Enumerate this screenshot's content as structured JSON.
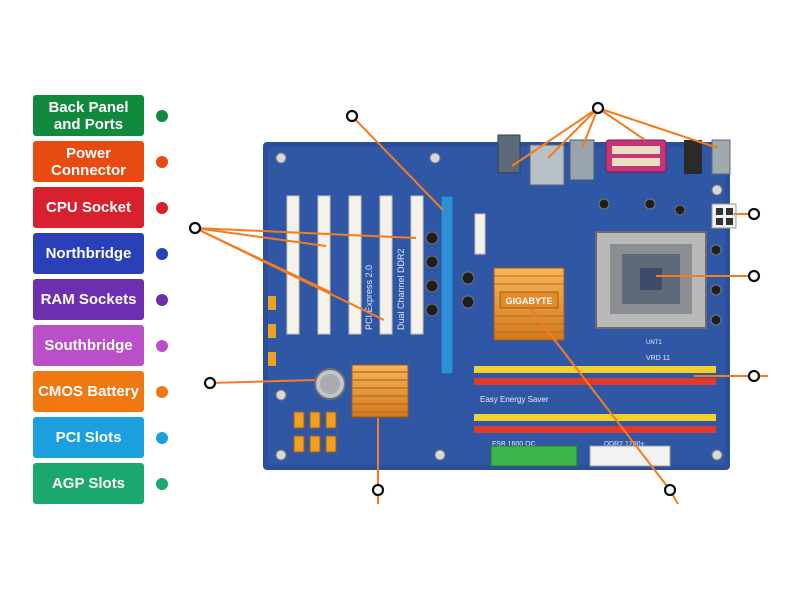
{
  "labels": [
    {
      "text": "Back Panel and Ports",
      "color": "#128a3e"
    },
    {
      "text": "Power Connector",
      "color": "#e84a12"
    },
    {
      "text": "CPU Socket",
      "color": "#d8202f"
    },
    {
      "text": "Northbridge",
      "color": "#2a40b8"
    },
    {
      "text": "RAM Sockets",
      "color": "#6d2fb0"
    },
    {
      "text": "Southbridge",
      "color": "#b950c8"
    },
    {
      "text": "CMOS Battery",
      "color": "#f07810"
    },
    {
      "text": "PCI Slots",
      "color": "#1aa0de"
    },
    {
      "text": "AGP Slots",
      "color": "#1aa86e"
    }
  ],
  "board": {
    "brand": "GIGABYTE",
    "silkscreen": [
      "Easy Energy Saver",
      "FSB 1600 OC",
      "DDR2 1200+",
      "Dual Channel DDR2",
      "PCI Express 2.0",
      "VRD 11",
      "UNT1"
    ]
  },
  "colors": {
    "leader": "#f47b20",
    "pcb": "#2c4f9c"
  }
}
